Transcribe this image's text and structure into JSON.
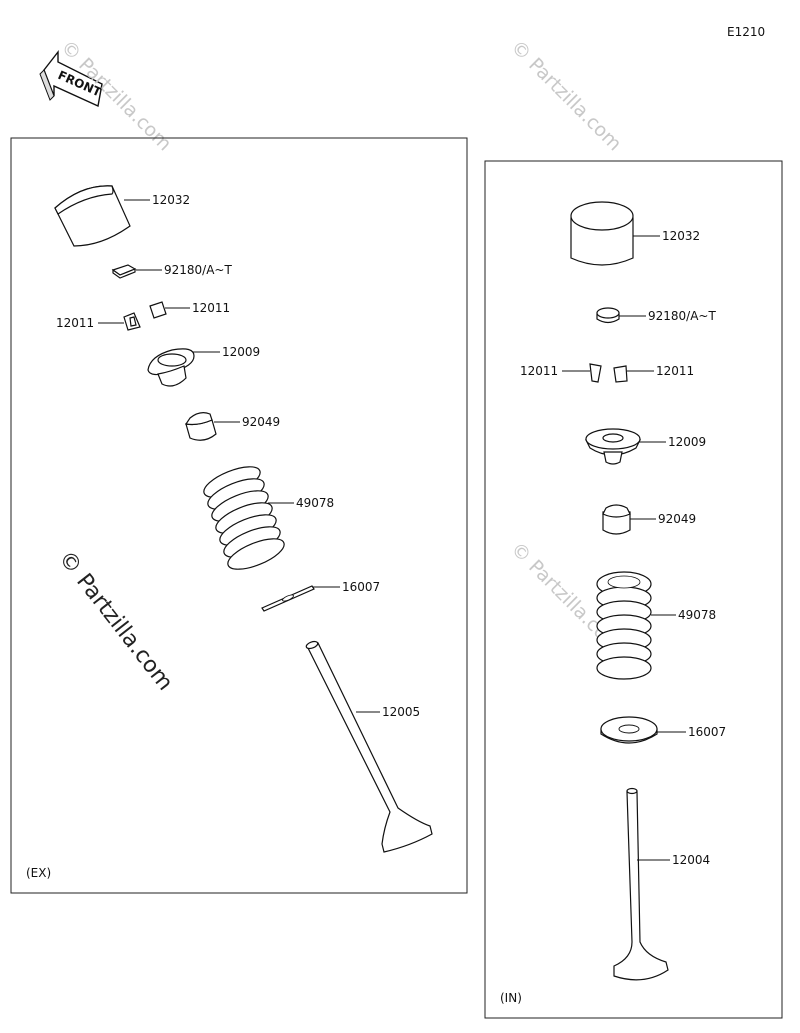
{
  "diagram_code": "E1210",
  "front_arrow": {
    "label": "FRONT",
    "icon": "front-arrow-icon"
  },
  "watermark": "© Partzilla.com",
  "exhaust_panel": {
    "tag": "(EX)",
    "parts": {
      "tappet": "12032",
      "shim": "92180/A~T",
      "cotter_left": "12011",
      "cotter_right": "12011",
      "retainer": "12009",
      "seal": "92049",
      "spring": "49078",
      "spring_seat": "16007",
      "valve": "12005"
    }
  },
  "intake_panel": {
    "tag": "(IN)",
    "parts": {
      "tappet": "12032",
      "shim": "92180/A~T",
      "cotter_left": "12011",
      "cotter_right": "12011",
      "retainer": "12009",
      "seal": "92049",
      "spring": "49078",
      "spring_seat": "16007",
      "valve": "12004"
    }
  }
}
